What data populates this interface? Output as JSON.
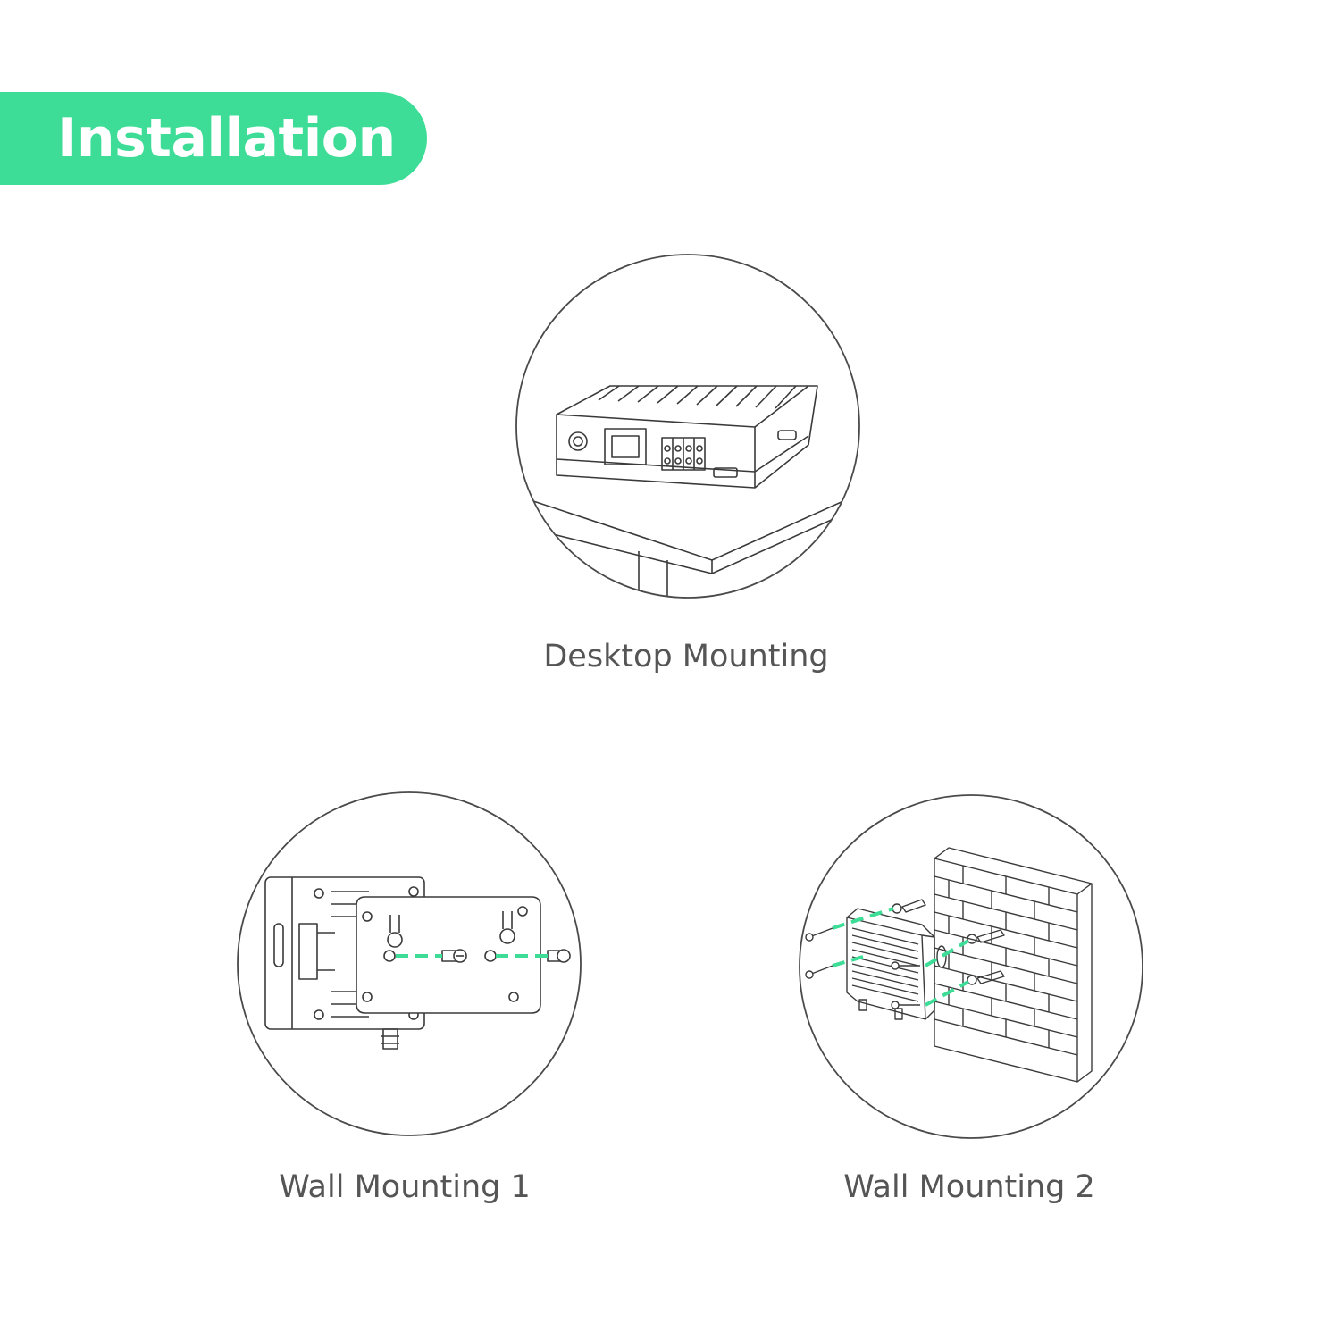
{
  "header": {
    "title": "Installation"
  },
  "colors": {
    "accent": "#3ddc97",
    "line": "#3a3a3a",
    "circle": "#4a4a4a",
    "caption": "#555555"
  },
  "panels": [
    {
      "caption": "Desktop Mounting"
    },
    {
      "caption": "Wall Mounting 1"
    },
    {
      "caption": "Wall Mounting 2"
    }
  ]
}
